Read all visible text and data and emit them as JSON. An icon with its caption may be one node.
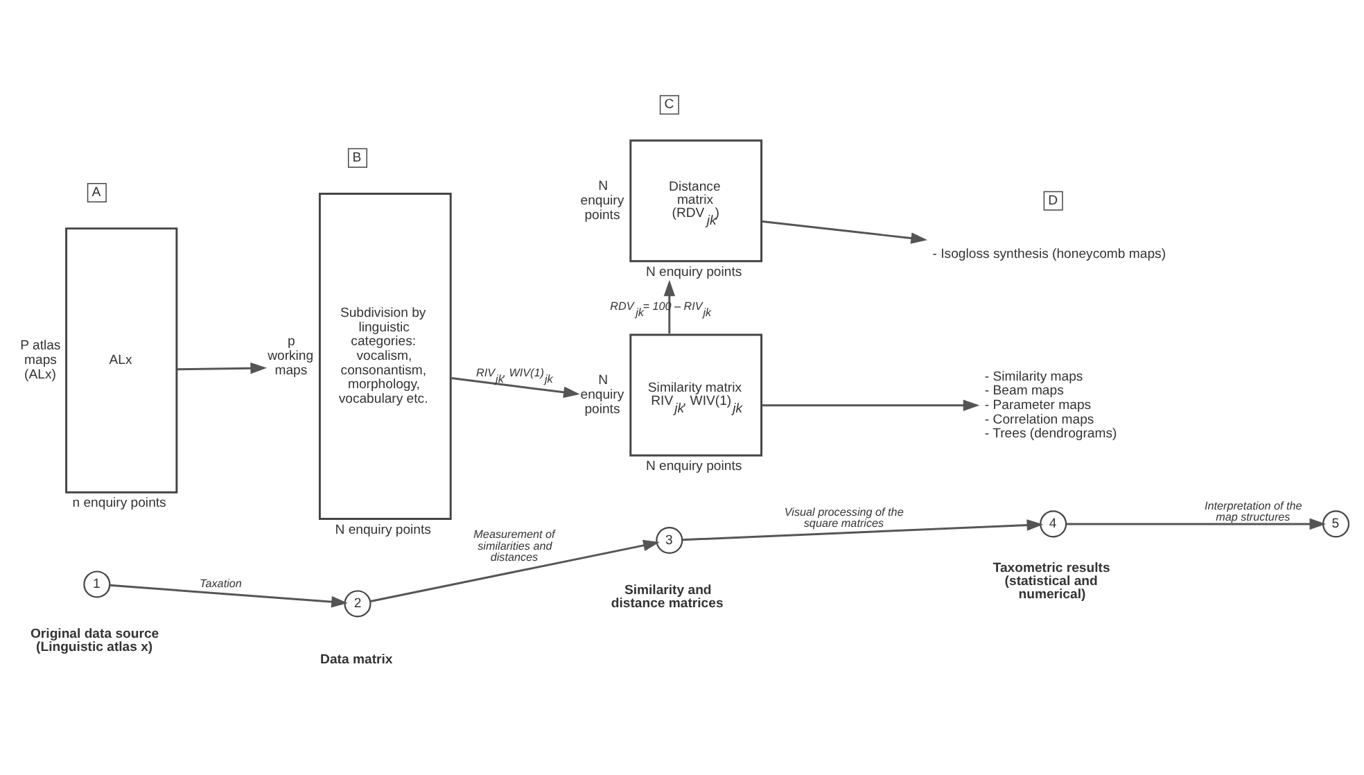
{
  "diagram": {
    "nodes": [
      {
        "text": [
          "ALx"
        ],
        "beside": [
          "P atlas maps (ALx)",
          "n enquiry points"
        ]
      },
      {
        "text": [
          "Subdivision by linguistic categories: vocalism, consonantism, morphology, vocabulary etc."
        ],
        "beside": [
          "p working maps",
          "N enquiry points"
        ]
      },
      {
        "text": [
          "Distance matrix",
          "(RDV$_{jk}$)"
        ],
        "beside": [
          "N enquiry points",
          "N enquiry points"
        ]
      },
      {
        "text": [
          "Similarity matrix",
          "RIV$_{jk}$, WIV(1)$_{jk}$"
        ],
        "beside": [
          "N enquiry points",
          "N enquiry points"
        ]
      },
      {
        "text": [
          "- Isogloss synthesis (honeycomb maps)"
        ]
      },
      {
        "text": [
          "- Similarity maps",
          "- Beam maps",
          "- Parameter maps",
          "- Correlation maps",
          "- Trees (dendrograms)"
        ]
      },
      {
        "text": [
          "1"
        ],
        "beside": [
          "Original data source (Linguistic atlas x)"
        ]
      },
      {
        "text": [
          "2"
        ],
        "beside": [
          "Data matrix"
        ]
      },
      {
        "text": [
          "3"
        ],
        "beside": [
          "Similarity and distance matrices"
        ]
      },
      {
        "text": [
          "4"
        ],
        "beside": [
          "Taxometric results (statistical and numerical)"
        ]
      },
      {
        "text": [
          "5"
        ]
      },
      {
        "text": [
          "A"
        ]
      },
      {
        "text": [
          "B"
        ]
      },
      {
        "text": [
          "C"
        ]
      },
      {
        "text": [
          "D"
        ]
      }
    ],
    "edges": [
      {
        "from": 0,
        "to": 1,
        "arrow": "to"
      },
      {
        "from": 1,
        "to": 3,
        "arrow": "to",
        "label": "RIV$_{jk}$, WIV(1)$_{jk}$"
      },
      {
        "from": 3,
        "to": 2,
        "arrow": "to",
        "label": "RDV$_{jk}$= 100 – RIV$_{jk}$"
      },
      {
        "from": 2,
        "to": 4,
        "arrow": "to"
      },
      {
        "from": 3,
        "to": 5,
        "arrow": "to"
      },
      {
        "from": 6,
        "to": 7,
        "arrow": "to",
        "label": "Taxation"
      },
      {
        "from": 7,
        "to": 8,
        "arrow": "to",
        "label": "Measurement of similarities and distances"
      },
      {
        "from": 8,
        "to": 9,
        "arrow": "to",
        "label": "Visual processing of the square matrices"
      },
      {
        "from": 9,
        "to": 10,
        "arrow": "to",
        "label": "Interpretation of the map structures"
      }
    ]
  }
}
